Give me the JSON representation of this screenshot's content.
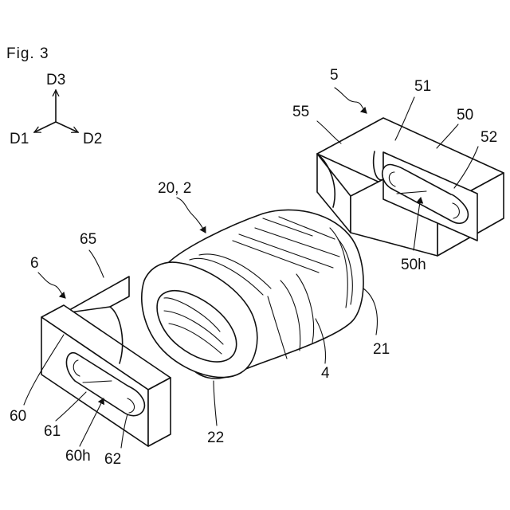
{
  "figure_label": "Fig. 3",
  "axes": {
    "d1": "D1",
    "d2": "D2",
    "d3": "D3"
  },
  "reference_numerals": {
    "n5": "5",
    "n51": "51",
    "n55": "55",
    "n50": "50",
    "n52": "52",
    "n50h": "50h",
    "n20_2": "20, 2",
    "n65": "65",
    "n6": "6",
    "n21": "21",
    "n4": "4",
    "n60": "60",
    "n61": "61",
    "n22": "22",
    "n60h": "60h",
    "n62": "62"
  }
}
